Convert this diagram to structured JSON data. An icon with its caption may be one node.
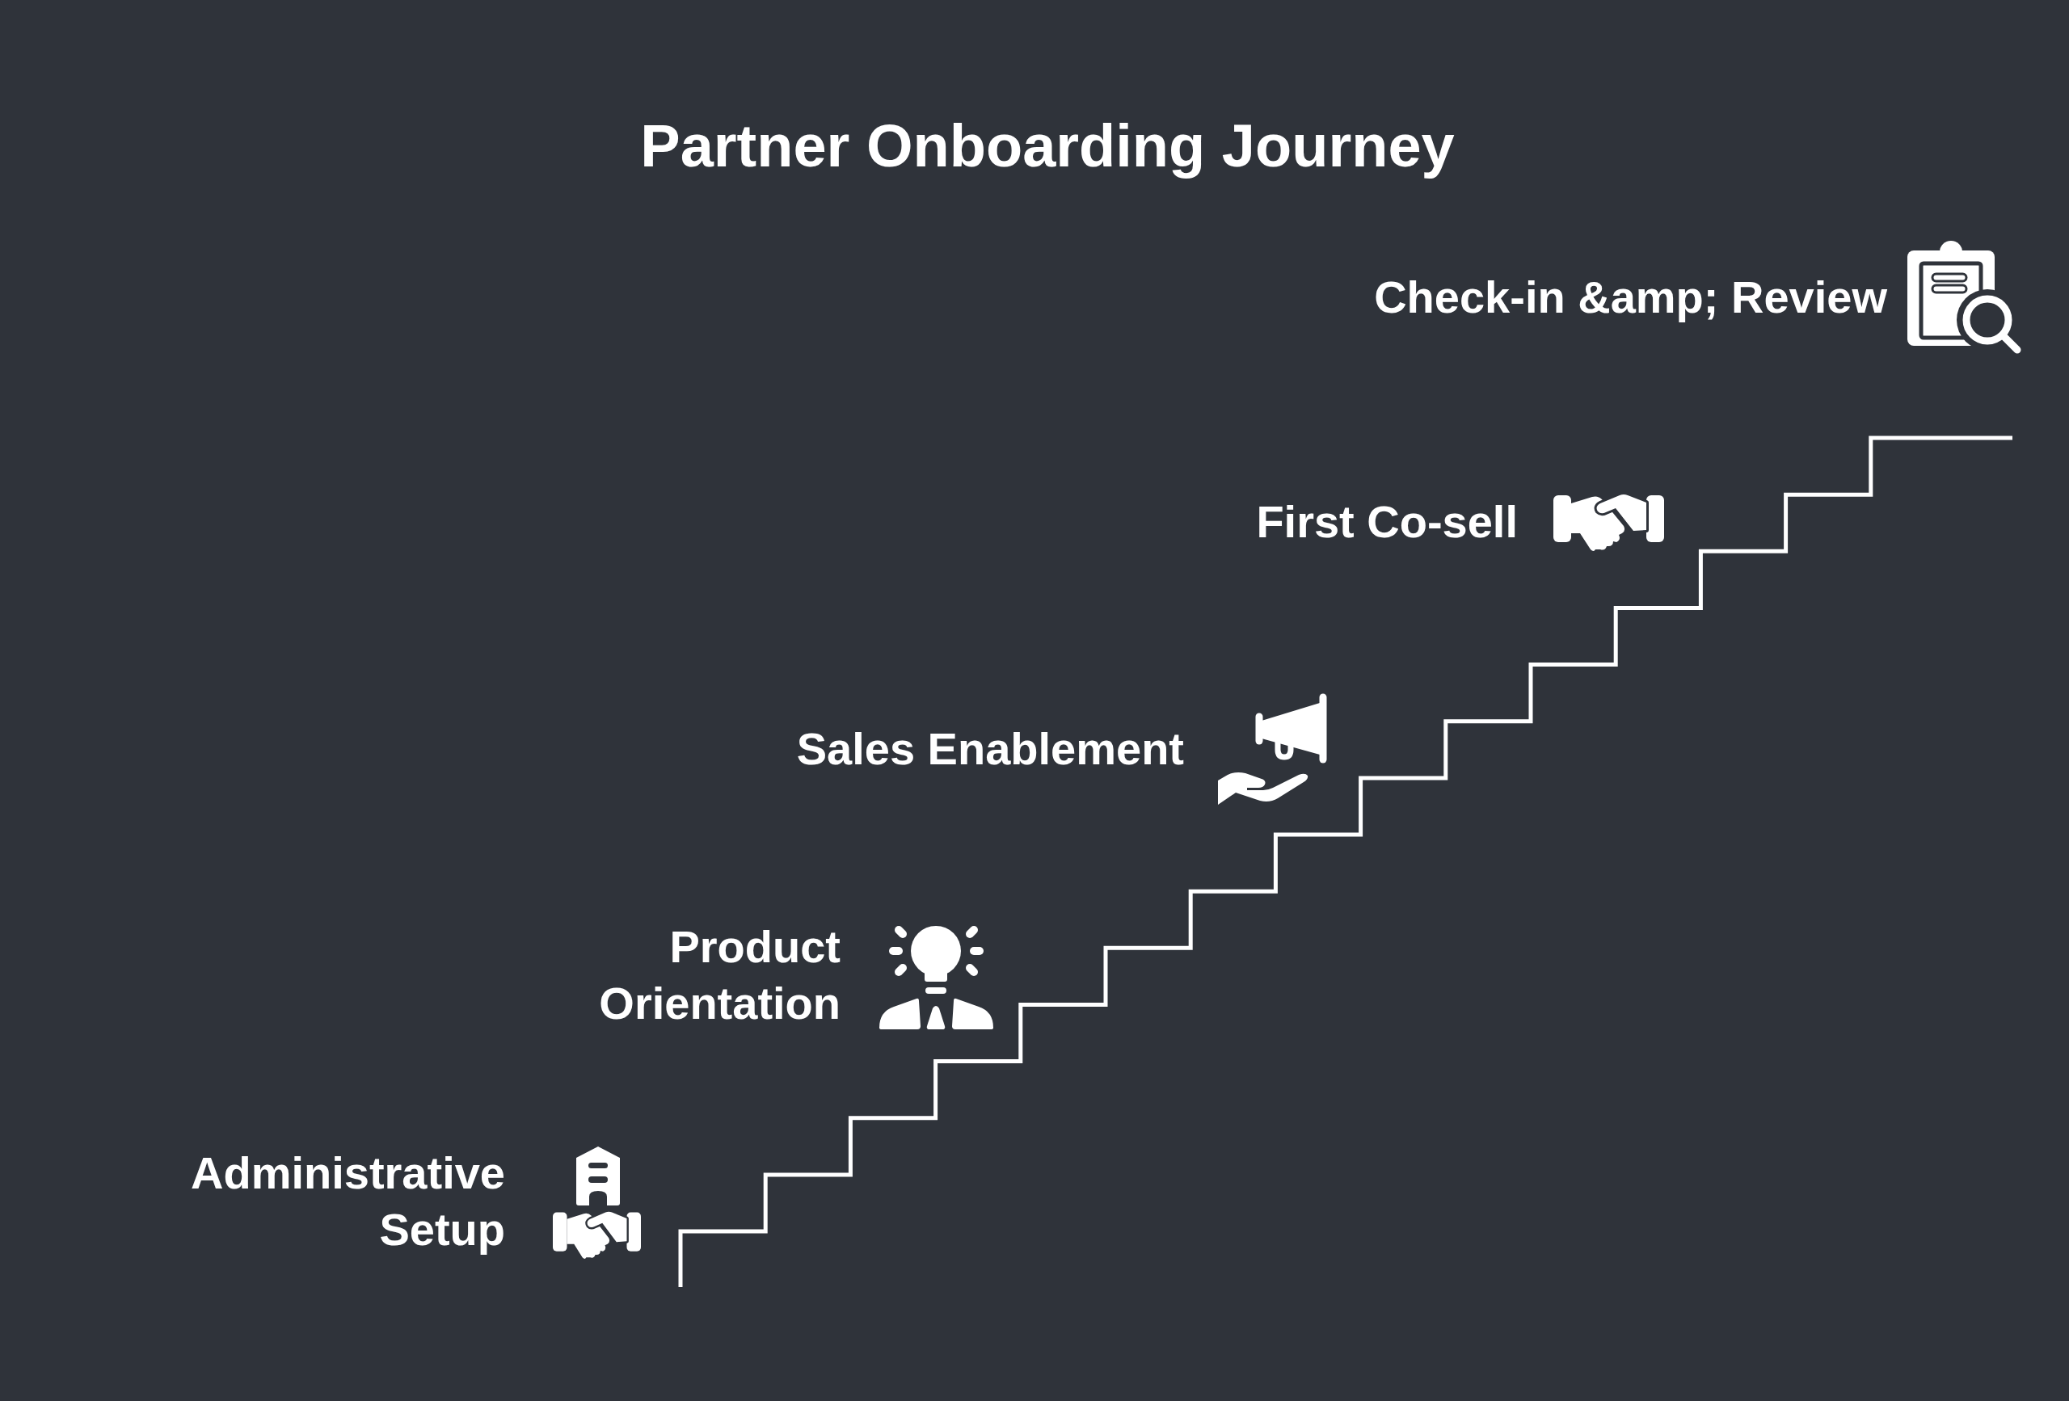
{
  "diagram": {
    "title": "Partner Onboarding Journey",
    "labels": [
      "Administrative Setup",
      "Product Orientation",
      "Sales Enablement",
      "First Co-sell",
      "Check-in &amp; Review"
    ]
  }
}
